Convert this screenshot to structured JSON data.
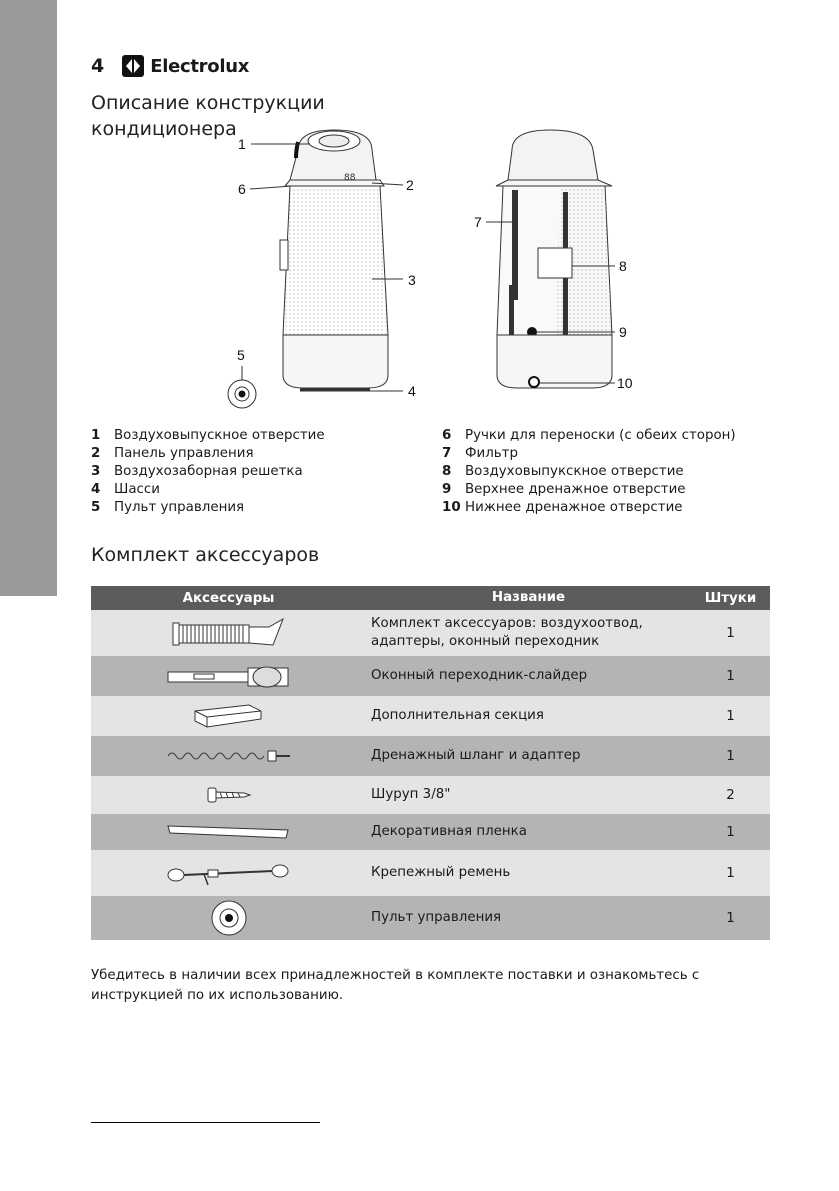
{
  "page": {
    "number": "4",
    "brand": "Electrolux"
  },
  "section1": {
    "title_line1": "Описание конструкции",
    "title_line2": "кондиционера"
  },
  "callouts": [
    "1",
    "2",
    "3",
    "4",
    "5",
    "6",
    "7",
    "8",
    "9",
    "10"
  ],
  "legend_left": [
    {
      "num": "1",
      "text": "Воздуховыпускное отверстие"
    },
    {
      "num": "2",
      "text": "Панель управления"
    },
    {
      "num": "3",
      "text": "Воздухозаборная решетка"
    },
    {
      "num": "4",
      "text": "Шасси"
    },
    {
      "num": "5",
      "text": "Пульт управления"
    }
  ],
  "legend_right": [
    {
      "num": "6",
      "text": "Ручки для переноски (с обеих сторон)"
    },
    {
      "num": "7",
      "text": "Фильтр"
    },
    {
      "num": "8",
      "text": "Воздуховыпукскное отверстие"
    },
    {
      "num": "9",
      "text": "Верхнее дренажное отверстие"
    },
    {
      "num": "10",
      "text": "Нижнее дренажное отверстие"
    }
  ],
  "section2": {
    "title": "Комплект аксессуаров"
  },
  "table": {
    "headers": [
      "Аксессуары",
      "Название",
      "Штуки"
    ],
    "rows": [
      {
        "icon": "hose-kit-icon",
        "name_line1": "Комплект аксессуаров: воздухоотвод,",
        "name_line2": "адаптеры, оконный переходник",
        "qty": "1"
      },
      {
        "icon": "window-slider-icon",
        "name_line1": "Оконный переходник-слайдер",
        "name_line2": "",
        "qty": "1"
      },
      {
        "icon": "extension-section-icon",
        "name_line1": "Дополнительная секция",
        "name_line2": "",
        "qty": "1"
      },
      {
        "icon": "drain-hose-icon",
        "name_line1": "Дренажный шланг и адаптер",
        "name_line2": "",
        "qty": "1"
      },
      {
        "icon": "screw-icon",
        "name_line1": "Шуруп 3/8\"",
        "name_line2": "",
        "qty": "2"
      },
      {
        "icon": "decorative-film-icon",
        "name_line1": "Декоративная пленка",
        "name_line2": "",
        "qty": "1"
      },
      {
        "icon": "mounting-strap-icon",
        "name_line1": "Крепежный ремень",
        "name_line2": "",
        "qty": "1"
      },
      {
        "icon": "remote-control-icon",
        "name_line1": "Пульт управления",
        "name_line2": "",
        "qty": "1"
      }
    ]
  },
  "note": "Убедитесь в наличии всех принадлежностей в комплекте поставки и ознакомьтесь с инструкцией по их использованию."
}
